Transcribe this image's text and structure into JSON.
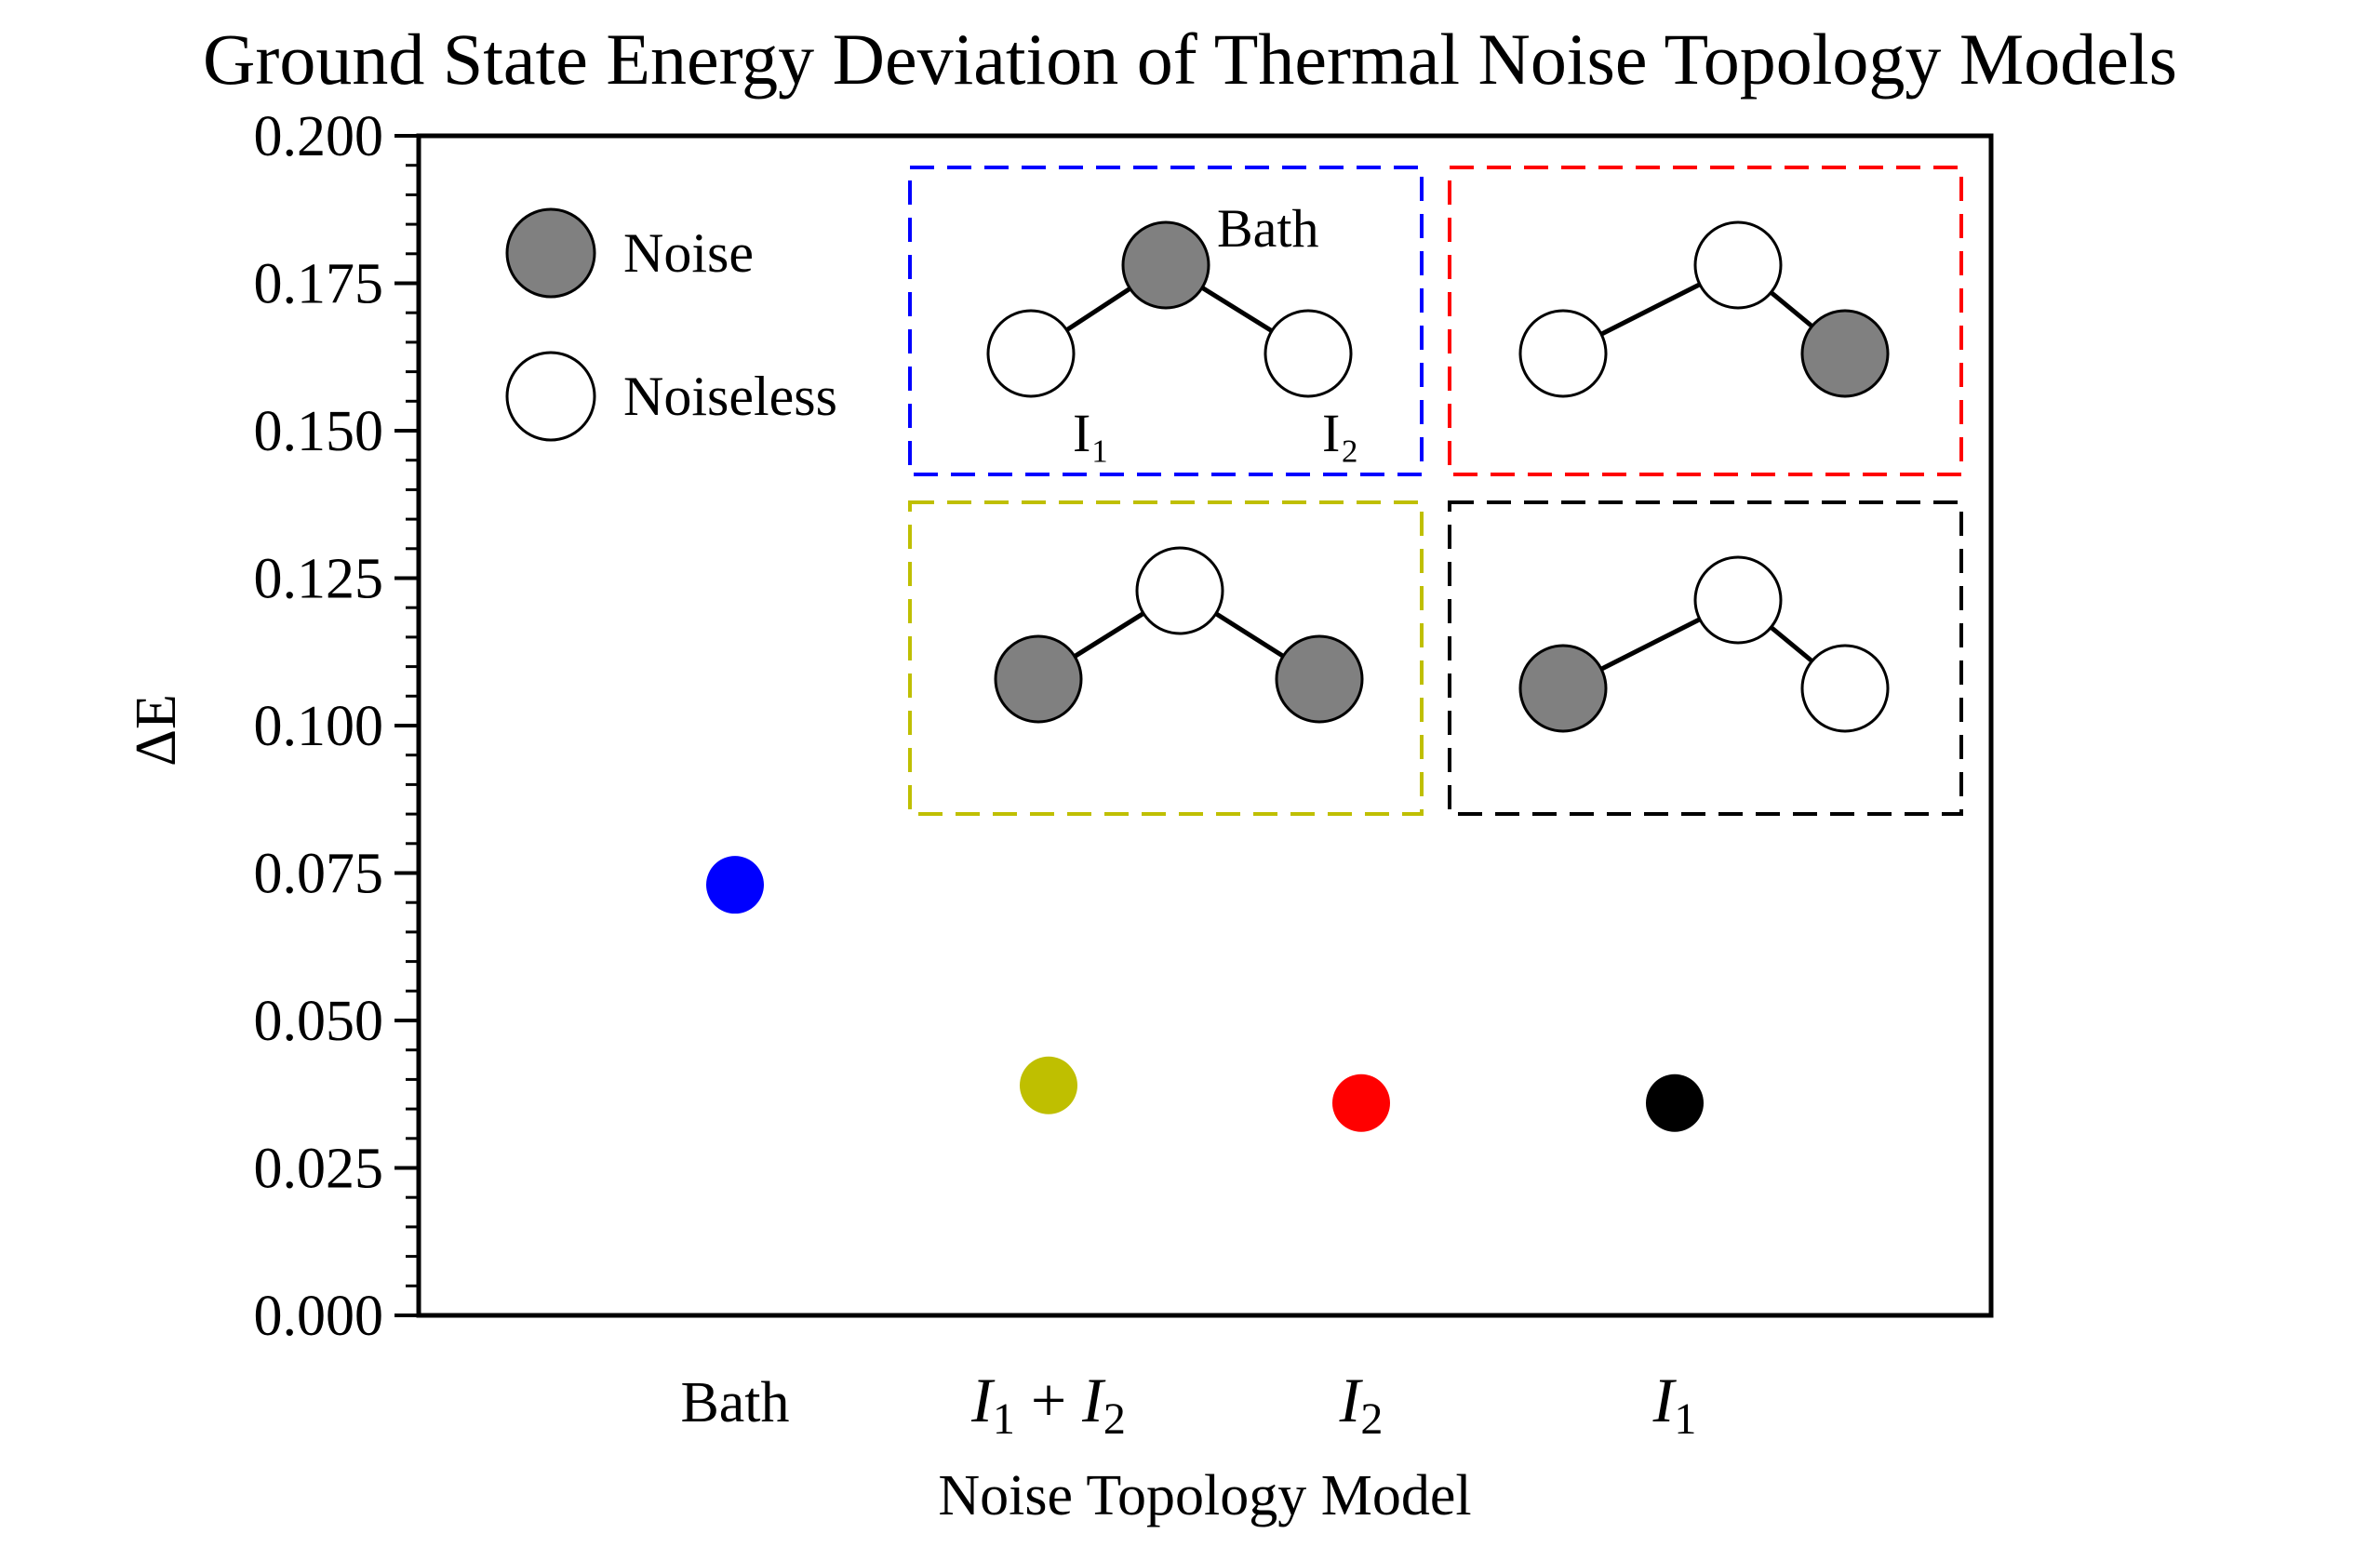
{
  "chart_data": {
    "type": "scatter",
    "title": "Ground State Energy Deviation of Thermal Noise Topology Models",
    "xlabel": "Noise Topology Model",
    "ylabel": "ΔE",
    "ylim": [
      0.0,
      0.2
    ],
    "yticks": [
      "0.000",
      "0.025",
      "0.050",
      "0.075",
      "0.100",
      "0.125",
      "0.150",
      "0.175",
      "0.200"
    ],
    "grid": false,
    "categories": [
      {
        "key": "bath",
        "label": "Bath"
      },
      {
        "key": "i1_i2",
        "label": "I1 + I2"
      },
      {
        "key": "i2",
        "label": "I2"
      },
      {
        "key": "i1",
        "label": "I1"
      }
    ],
    "points": [
      {
        "category": "Bath",
        "value": 0.073,
        "color": "#0000ff"
      },
      {
        "category": "I1 + I2",
        "value": 0.039,
        "color": "#bfbf00"
      },
      {
        "category": "I2",
        "value": 0.036,
        "color": "#ff0000"
      },
      {
        "category": "I1",
        "value": 0.036,
        "color": "#000000"
      }
    ],
    "legend": {
      "placement": "top-left",
      "entries": [
        {
          "label": "Noise",
          "fill": "#808080"
        },
        {
          "label": "Noiseless",
          "fill": "#ffffff"
        }
      ]
    },
    "insets": [
      {
        "model": "Bath",
        "border_color": "#0000ff",
        "nodes": [
          "noiseless",
          "noise",
          "noiseless"
        ],
        "labels": {
          "center": "Bath",
          "left": "I₁",
          "right": "I₂"
        }
      },
      {
        "model": "I2",
        "border_color": "#ff0000",
        "nodes": [
          "noiseless",
          "noiseless",
          "noise"
        ]
      },
      {
        "model": "I1 + I2",
        "border_color": "#bfbf00",
        "nodes": [
          "noise",
          "noiseless",
          "noise"
        ]
      },
      {
        "model": "I1",
        "border_color": "#000000",
        "nodes": [
          "noise",
          "noiseless",
          "noiseless"
        ]
      }
    ]
  }
}
